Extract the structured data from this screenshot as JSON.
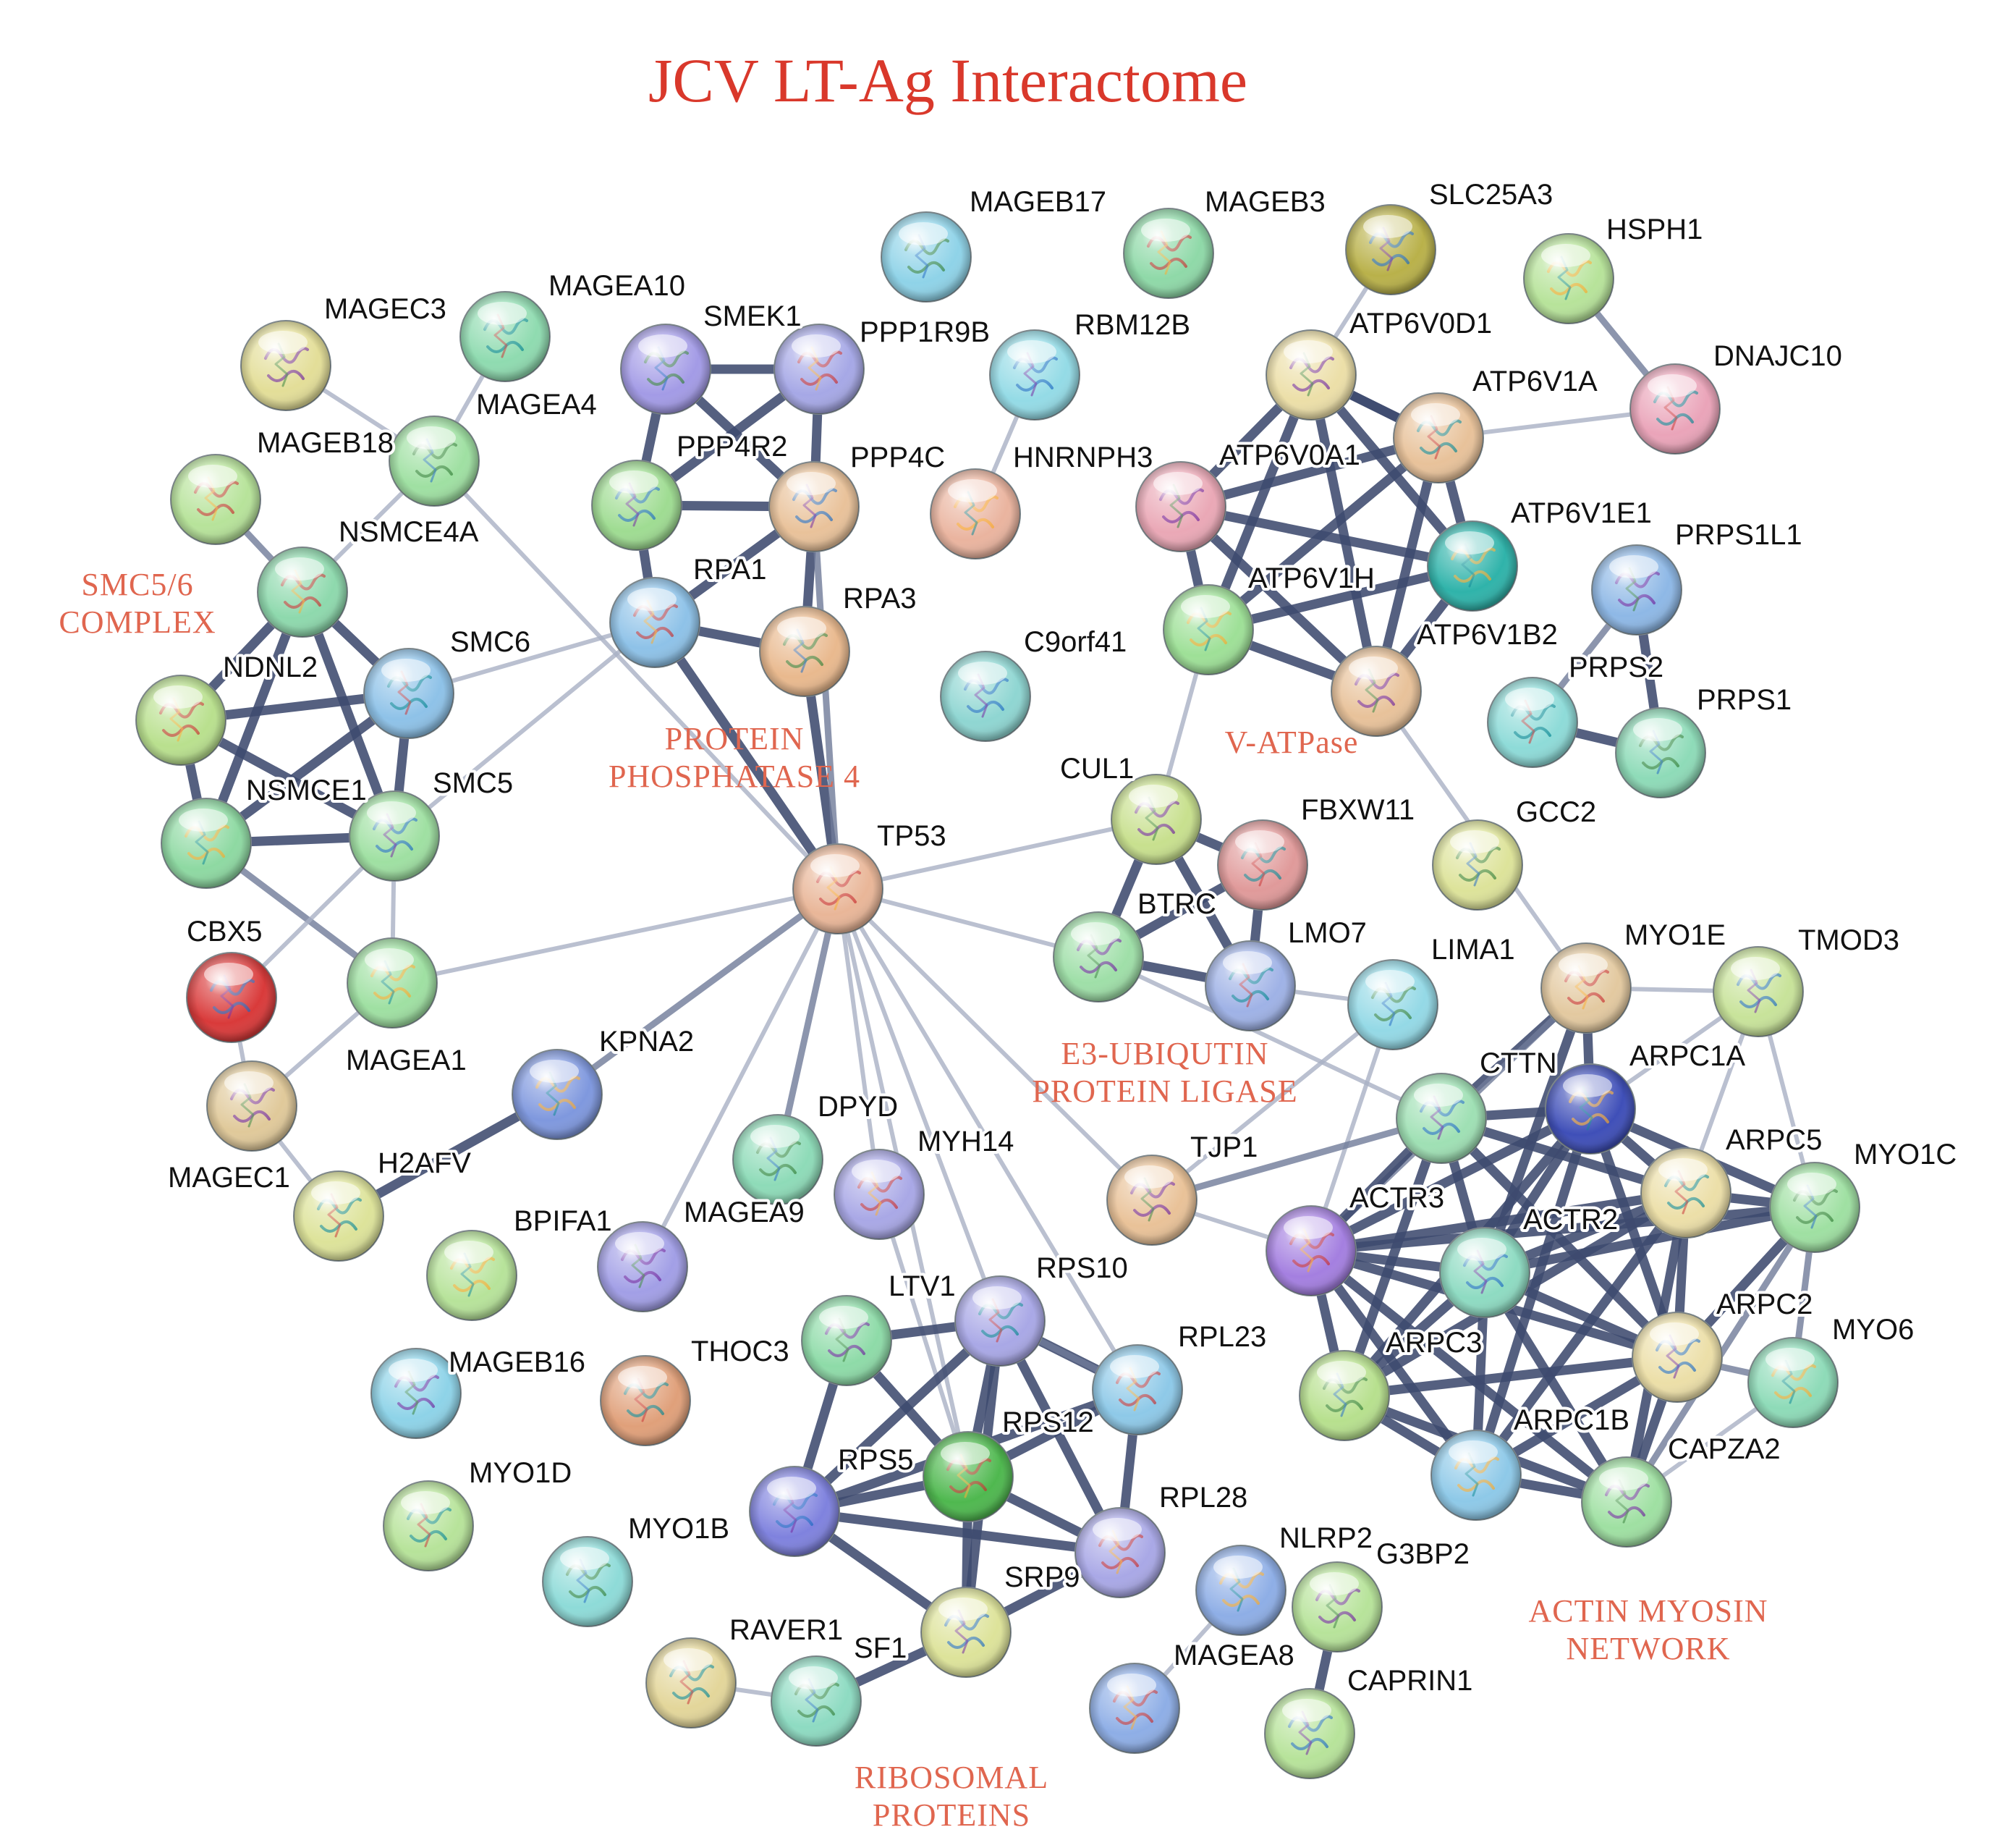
{
  "title": "JCV LT-Ag Interactome",
  "colors": {
    "title": "#d9382b",
    "cluster_label": "#e0664f",
    "edge": "#3d4a6e",
    "edge_light": "#a9b0c4"
  },
  "clusters": [
    {
      "id": "smc",
      "lines": [
        "SMC5/6",
        "COMPLEX"
      ]
    },
    {
      "id": "pp4",
      "lines": [
        "PROTEIN",
        "PHOSPHATASE 4"
      ]
    },
    {
      "id": "vatp",
      "lines": [
        "V-ATPase"
      ]
    },
    {
      "id": "e3",
      "lines": [
        "E3-UBIQUTIN",
        "PROTEIN LIGASE"
      ]
    },
    {
      "id": "actin",
      "lines": [
        "ACTIN MYOSIN",
        "NETWORK"
      ]
    },
    {
      "id": "ribo",
      "lines": [
        "RIBOSOMAL",
        "PROTEINS"
      ]
    }
  ],
  "nodes": [
    {
      "id": "MAGEB17",
      "label": "MAGEB17",
      "color": "#8fd3e8"
    },
    {
      "id": "MAGEB3",
      "label": "MAGEB3",
      "color": "#8fd9a8"
    },
    {
      "id": "SLC25A3",
      "label": "SLC25A3",
      "color": "#b9b14a"
    },
    {
      "id": "HSPH1",
      "label": "HSPH1",
      "color": "#b7e39a"
    },
    {
      "id": "MAGEC3",
      "label": "MAGEC3",
      "color": "#e3de98"
    },
    {
      "id": "MAGEA10",
      "label": "MAGEA10",
      "color": "#8fdbb0"
    },
    {
      "id": "SMEK1",
      "label": "SMEK1",
      "color": "#a39be6"
    },
    {
      "id": "PPP4R2_top",
      "label": "",
      "color": "#a6a8e6"
    },
    {
      "id": "PPP1R9B",
      "label": "PPP1R9B",
      "color": "#94dbe6"
    },
    {
      "id": "RBM12B",
      "label": "RBM12B",
      "color": "#94dbe6"
    },
    {
      "id": "ATP6V0D1",
      "label": "ATP6V0D1",
      "color": "#ecdfa8"
    },
    {
      "id": "DNAJC10",
      "label": "DNAJC10",
      "color": "#eaa4b9"
    },
    {
      "id": "MAGEA4",
      "label": "MAGEA4",
      "color": "#9fe0a2"
    },
    {
      "id": "MAGEB18",
      "label": "MAGEB18",
      "color": "#b7e39a"
    },
    {
      "id": "PPP4R2",
      "label": "PPP4R2",
      "color": "#9fdc92"
    },
    {
      "id": "PPP4C",
      "label": "PPP4C",
      "color": "#eab49f"
    },
    {
      "id": "HNRNPH3",
      "label": "HNRNPH3",
      "color": "#eaa8b6"
    },
    {
      "id": "ATP6V1A",
      "label": "ATP6V1A",
      "color": "#e8c29a"
    },
    {
      "id": "ATP6V0A1",
      "label": "ATP6V0A1",
      "color": "#e8c29a"
    },
    {
      "id": "NSMCE4A",
      "label": "NSMCE4A",
      "color": "#8ed9ad"
    },
    {
      "id": "RPA1",
      "label": "RPA1",
      "color": "#e9c29a"
    },
    {
      "id": "ATP6V1E1",
      "label": "ATP6V1E1",
      "color": "#2fb3aa"
    },
    {
      "id": "PRPS1L1",
      "label": "PRPS1L1",
      "color": "#8eb8e6"
    },
    {
      "id": "SMC6",
      "label": "SMC6",
      "color": "#8ec2e8"
    },
    {
      "id": "RPA3",
      "label": "RPA3",
      "color": "#e9b98e"
    },
    {
      "id": "RPA_blue",
      "label": "",
      "color": "#8ec2e8"
    },
    {
      "id": "C9orf41",
      "label": "C9orf41",
      "color": "#8fd6d2"
    },
    {
      "id": "ATP6V1H",
      "label": "ATP6V1H",
      "color": "#9ee097"
    },
    {
      "id": "ATP6V1B2",
      "label": "ATP6V1B2",
      "color": "#e8c29a"
    },
    {
      "id": "PRPS2",
      "label": "PRPS2",
      "color": "#8edbd8"
    },
    {
      "id": "PRPS1",
      "label": "PRPS1",
      "color": "#8edbb8"
    },
    {
      "id": "NDNL2",
      "label": "NDNL2",
      "color": "#b9e08e"
    },
    {
      "id": "SMC5",
      "label": "SMC5",
      "color": "#9fe0a2"
    },
    {
      "id": "NSMCE1",
      "label": "NSMCE1",
      "color": "#8ed9a2"
    },
    {
      "id": "CUL1",
      "label": "CUL1",
      "color": "#c8e08e"
    },
    {
      "id": "FBXW11",
      "label": "FBXW11",
      "color": "#e09a9a"
    },
    {
      "id": "GCC2",
      "label": "GCC2",
      "color": "#dde39a"
    },
    {
      "id": "TP53",
      "label": "TP53",
      "color": "#e9b698"
    },
    {
      "id": "CBX5",
      "label": "CBX5",
      "color": "#d93a3a"
    },
    {
      "id": "MAGEA1",
      "label": "MAGEA1",
      "color": "#9fe0a2"
    },
    {
      "id": "BTRC",
      "label": "BTRC",
      "color": "#9fdfa8"
    },
    {
      "id": "LMO7",
      "label": "LMO7",
      "color": "#9fb2e6"
    },
    {
      "id": "LIMA1",
      "label": "LIMA1",
      "color": "#94d9e6"
    },
    {
      "id": "MYO1E",
      "label": "MYO1E",
      "color": "#e3c9a0"
    },
    {
      "id": "TMOD3",
      "label": "TMOD3",
      "color": "#c8e39a"
    },
    {
      "id": "KPNA2",
      "label": "KPNA2",
      "color": "#7f98de"
    },
    {
      "id": "MAGEC1",
      "label": "MAGEC1",
      "color": "#e0c99a"
    },
    {
      "id": "H2AFV",
      "label": "H2AFV",
      "color": "#dde39a"
    },
    {
      "id": "DPYD",
      "label": "DPYD",
      "color": "#8edbb8"
    },
    {
      "id": "MYH14",
      "label": "MYH14",
      "color": "#a9a8e6"
    },
    {
      "id": "CTTN",
      "label": "CTTN",
      "color": "#9fe0b4"
    },
    {
      "id": "ARPC1A",
      "label": "ARPC1A",
      "color": "#3f4fb8"
    },
    {
      "id": "TJP1",
      "label": "TJP1",
      "color": "#e9c298"
    },
    {
      "id": "ARPC5",
      "label": "ARPC5",
      "color": "#ecdfa8"
    },
    {
      "id": "MYO1C",
      "label": "MYO1C",
      "color": "#9fe0a2"
    },
    {
      "id": "ACTR3",
      "label": "ACTR3",
      "color": "#a47fe0"
    },
    {
      "id": "ACTR2",
      "label": "ACTR2",
      "color": "#8edbc2"
    },
    {
      "id": "MAGEA9",
      "label": "MAGEA9",
      "color": "#b7e39a"
    },
    {
      "id": "BPIFA1",
      "label": "BPIFA1",
      "color": "#a29fe6"
    },
    {
      "id": "LTV1",
      "label": "LTV1",
      "color": "#a9a8e6"
    },
    {
      "id": "RPS10",
      "label": "RPS10",
      "color": "#8ec9e8"
    },
    {
      "id": "RPL23",
      "label": "RPL23",
      "color": "#8ec9e8"
    },
    {
      "id": "ARPC2",
      "label": "ARPC2",
      "color": "#ecdfa8"
    },
    {
      "id": "MYO6",
      "label": "MYO6",
      "color": "#8edbb8"
    },
    {
      "id": "THOC3",
      "label": "THOC3",
      "color": "#8edba8"
    },
    {
      "id": "MAGEB16",
      "label": "MAGEB16",
      "color": "#e0a07a"
    },
    {
      "id": "ARPC3",
      "label": "ARPC3",
      "color": "#b7e08e"
    },
    {
      "id": "RPS12",
      "label": "RPS12",
      "color": "#4fb84f"
    },
    {
      "id": "RPS5",
      "label": "RPS5",
      "color": "#7f82de"
    },
    {
      "id": "ARPC1B",
      "label": "ARPC1B",
      "color": "#8ec9e8"
    },
    {
      "id": "CAPZA2",
      "label": "CAPZA2",
      "color": "#9fe0a2"
    },
    {
      "id": "MYO1D",
      "label": "MYO1D",
      "color": "#b7e39a"
    },
    {
      "id": "MYO1B",
      "label": "MYO1B",
      "color": "#8edbd8"
    },
    {
      "id": "RPL28",
      "label": "RPL28",
      "color": "#a9a8e6"
    },
    {
      "id": "SRP9",
      "label": "SRP9",
      "color": "#dde39a"
    },
    {
      "id": "NLRP2",
      "label": "NLRP2",
      "color": "#8eaee6"
    },
    {
      "id": "G3BP2",
      "label": "G3BP2",
      "color": "#b7e39a"
    },
    {
      "id": "RAVER1",
      "label": "RAVER1",
      "color": "#e3d69a"
    },
    {
      "id": "SF1",
      "label": "SF1",
      "color": "#8edbc2"
    },
    {
      "id": "MAGEA8",
      "label": "MAGEA8",
      "color": "#8eaee6"
    },
    {
      "id": "CAPRIN1",
      "label": "CAPRIN1",
      "color": "#b7e39a"
    },
    {
      "id": "NODE_lone1",
      "label": "",
      "color": "#b7e39a"
    },
    {
      "id": "NODE_lone2",
      "label": "",
      "color": "#8ed3e8"
    },
    {
      "id": "NODE_lone3",
      "label": "",
      "color": "#b7e39a"
    }
  ],
  "edges": [
    {
      "from": "PPP4R2_top",
      "to": "SMEK1",
      "weight": 3
    },
    {
      "from": "PPP4R2_top",
      "to": "PPP4R2",
      "weight": 3
    },
    {
      "from": "PPP4R2_top",
      "to": "RPA1",
      "weight": 3
    },
    {
      "from": "SMEK1",
      "to": "PPP4R2",
      "weight": 3
    },
    {
      "from": "SMEK1",
      "to": "RPA1",
      "weight": 3
    },
    {
      "from": "PPP4R2",
      "to": "RPA1",
      "weight": 3
    },
    {
      "from": "PPP4R2",
      "to": "RPA_blue",
      "weight": 3
    },
    {
      "from": "RPA1",
      "to": "RPA_blue",
      "weight": 3
    },
    {
      "from": "RPA1",
      "to": "RPA3",
      "weight": 3
    },
    {
      "from": "RPA_blue",
      "to": "RPA3",
      "weight": 3
    },
    {
      "from": "RPA_blue",
      "to": "TP53",
      "weight": 3
    },
    {
      "from": "RPA3",
      "to": "TP53",
      "weight": 3
    },
    {
      "from": "RPA1",
      "to": "TP53",
      "weight": 2
    },
    {
      "from": "MAGEC3",
      "to": "MAGEA4",
      "weight": 1
    },
    {
      "from": "MAGEA10",
      "to": "MAGEA4",
      "weight": 1
    },
    {
      "from": "MAGEA4",
      "to": "NSMCE4A",
      "weight": 1
    },
    {
      "from": "MAGEA4",
      "to": "TP53",
      "weight": 1
    },
    {
      "from": "MAGEB18",
      "to": "NSMCE4A",
      "weight": 2
    },
    {
      "from": "NSMCE4A",
      "to": "SMC6",
      "weight": 3
    },
    {
      "from": "NSMCE4A",
      "to": "NDNL2",
      "weight": 3
    },
    {
      "from": "NSMCE4A",
      "to": "SMC5",
      "weight": 3
    },
    {
      "from": "NSMCE4A",
      "to": "NSMCE1",
      "weight": 3
    },
    {
      "from": "SMC6",
      "to": "NDNL2",
      "weight": 3
    },
    {
      "from": "SMC6",
      "to": "SMC5",
      "weight": 3
    },
    {
      "from": "SMC6",
      "to": "NSMCE1",
      "weight": 3
    },
    {
      "from": "NDNL2",
      "to": "SMC5",
      "weight": 3
    },
    {
      "from": "NDNL2",
      "to": "NSMCE1",
      "weight": 3
    },
    {
      "from": "SMC5",
      "to": "NSMCE1",
      "weight": 3
    },
    {
      "from": "SMC6",
      "to": "RPA_blue",
      "weight": 1
    },
    {
      "from": "SMC5",
      "to": "RPA_blue",
      "weight": 1
    },
    {
      "from": "SMC5",
      "to": "MAGEA1",
      "weight": 1
    },
    {
      "from": "NSMCE1",
      "to": "MAGEA1",
      "weight": 2
    },
    {
      "from": "SMC5",
      "to": "CBX5",
      "weight": 1
    },
    {
      "from": "MAGEA1",
      "to": "TP53",
      "weight": 1
    },
    {
      "from": "MAGEA1",
      "to": "MAGEC1",
      "weight": 1
    },
    {
      "from": "CBX5",
      "to": "MAGEC1",
      "weight": 1
    },
    {
      "from": "MAGEC1",
      "to": "H2AFV",
      "weight": 1
    },
    {
      "from": "H2AFV",
      "to": "KPNA2",
      "weight": 3
    },
    {
      "from": "KPNA2",
      "to": "TP53",
      "weight": 2
    },
    {
      "from": "PPP1R9B",
      "to": "PPP4C",
      "weight": 1
    },
    {
      "from": "SLC25A3",
      "to": "ATP6V0D1",
      "weight": 1
    },
    {
      "from": "HSPH1",
      "to": "DNAJC10",
      "weight": 2
    },
    {
      "from": "ATP6V1A",
      "to": "DNAJC10",
      "weight": 1
    },
    {
      "from": "ATP6V0D1",
      "to": "ATP6V1A",
      "weight": 3
    },
    {
      "from": "ATP6V0D1",
      "to": "ATP6V0A1",
      "weight": 3
    },
    {
      "from": "ATP6V0D1",
      "to": "HNRNPH3",
      "weight": 3
    },
    {
      "from": "ATP6V0D1",
      "to": "ATP6V1E1",
      "weight": 3
    },
    {
      "from": "ATP6V0D1",
      "to": "ATP6V1H",
      "weight": 3
    },
    {
      "from": "ATP6V0D1",
      "to": "ATP6V1B2",
      "weight": 3
    },
    {
      "from": "ATP6V1A",
      "to": "ATP6V0A1",
      "weight": 3
    },
    {
      "from": "ATP6V1A",
      "to": "ATP6V1E1",
      "weight": 3
    },
    {
      "from": "ATP6V1A",
      "to": "ATP6V1H",
      "weight": 3
    },
    {
      "from": "ATP6V1A",
      "to": "ATP6V1B2",
      "weight": 3
    },
    {
      "from": "ATP6V1A",
      "to": "HNRNPH3",
      "weight": 3
    },
    {
      "from": "HNRNPH3",
      "to": "ATP6V1E1",
      "weight": 3
    },
    {
      "from": "HNRNPH3",
      "to": "ATP6V1H",
      "weight": 3
    },
    {
      "from": "HNRNPH3",
      "to": "ATP6V1B2",
      "weight": 3
    },
    {
      "from": "ATP6V1E1",
      "to": "ATP6V1H",
      "weight": 3
    },
    {
      "from": "ATP6V1E1",
      "to": "ATP6V1B2",
      "weight": 3
    },
    {
      "from": "ATP6V1H",
      "to": "ATP6V1B2",
      "weight": 3
    },
    {
      "from": "ATP6V1H",
      "to": "CUL1",
      "weight": 1
    },
    {
      "from": "PRPS1L1",
      "to": "PRPS2",
      "weight": 2
    },
    {
      "from": "PRPS1L1",
      "to": "PRPS1",
      "weight": 3
    },
    {
      "from": "PRPS2",
      "to": "PRPS1",
      "weight": 3
    },
    {
      "from": "ATP6V1B2",
      "to": "MYO1E",
      "weight": 1
    },
    {
      "from": "CUL1",
      "to": "TP53",
      "weight": 1
    },
    {
      "from": "CUL1",
      "to": "FBXW11",
      "weight": 3
    },
    {
      "from": "CUL1",
      "to": "BTRC",
      "weight": 3
    },
    {
      "from": "CUL1",
      "to": "LMO7",
      "weight": 3
    },
    {
      "from": "FBXW11",
      "to": "BTRC",
      "weight": 3
    },
    {
      "from": "FBXW11",
      "to": "LMO7",
      "weight": 3
    },
    {
      "from": "BTRC",
      "to": "LMO7",
      "weight": 3
    },
    {
      "from": "BTRC",
      "to": "TP53",
      "weight": 1
    },
    {
      "from": "BTRC",
      "to": "CTTN",
      "weight": 1
    },
    {
      "from": "LMO7",
      "to": "LIMA1",
      "weight": 1
    },
    {
      "from": "LIMA1",
      "to": "TJP1",
      "weight": 1
    },
    {
      "from": "LIMA1",
      "to": "ACTR3",
      "weight": 1
    },
    {
      "from": "TP53",
      "to": "DPYD",
      "weight": 2
    },
    {
      "from": "TP53",
      "to": "MYH14",
      "weight": 1
    },
    {
      "from": "TP53",
      "to": "BPIFA1",
      "weight": 1
    },
    {
      "from": "TP53",
      "to": "RPS12",
      "weight": 1
    },
    {
      "from": "TP53",
      "to": "RPS10",
      "weight": 1
    },
    {
      "from": "TP53",
      "to": "TJP1",
      "weight": 1
    },
    {
      "from": "TP53",
      "to": "RPL23",
      "weight": 1
    },
    {
      "from": "MYH14",
      "to": "RPS12",
      "weight": 1
    },
    {
      "from": "TJP1",
      "to": "CTTN",
      "weight": 2
    },
    {
      "from": "TJP1",
      "to": "ACTR3",
      "weight": 1
    },
    {
      "from": "MYO1E",
      "to": "TMOD3",
      "weight": 1
    },
    {
      "from": "MYO1E",
      "to": "CTTN",
      "weight": 3
    },
    {
      "from": "MYO1E",
      "to": "ARPC1A",
      "weight": 3
    },
    {
      "from": "MYO1E",
      "to": "ACTR2",
      "weight": 3
    },
    {
      "from": "MYO1E",
      "to": "ACTR3",
      "weight": 2
    },
    {
      "from": "TMOD3",
      "to": "ARPC1A",
      "weight": 1
    },
    {
      "from": "TMOD3",
      "to": "MYO1C",
      "weight": 1
    },
    {
      "from": "TMOD3",
      "to": "ARPC5",
      "weight": 1
    },
    {
      "from": "CTTN",
      "to": "ARPC1A",
      "weight": 3
    },
    {
      "from": "CTTN",
      "to": "ACTR3",
      "weight": 3
    },
    {
      "from": "CTTN",
      "to": "ACTR2",
      "weight": 3
    },
    {
      "from": "CTTN",
      "to": "ARPC5",
      "weight": 3
    },
    {
      "from": "CTTN",
      "to": "ARPC3",
      "weight": 3
    },
    {
      "from": "CTTN",
      "to": "ARPC2",
      "weight": 3
    },
    {
      "from": "ARPC1A",
      "to": "ACTR2",
      "weight": 3
    },
    {
      "from": "ARPC1A",
      "to": "ACTR3",
      "weight": 3
    },
    {
      "from": "ARPC1A",
      "to": "ARPC5",
      "weight": 3
    },
    {
      "from": "ARPC1A",
      "to": "MYO1C",
      "weight": 3
    },
    {
      "from": "ARPC1A",
      "to": "ARPC2",
      "weight": 3
    },
    {
      "from": "ARPC1A",
      "to": "ARPC3",
      "weight": 3
    },
    {
      "from": "ARPC1A",
      "to": "ARPC1B",
      "weight": 3
    },
    {
      "from": "ACTR3",
      "to": "ACTR2",
      "weight": 3
    },
    {
      "from": "ACTR3",
      "to": "ARPC5",
      "weight": 3
    },
    {
      "from": "ACTR3",
      "to": "ARPC2",
      "weight": 3
    },
    {
      "from": "ACTR3",
      "to": "ARPC3",
      "weight": 3
    },
    {
      "from": "ACTR3",
      "to": "ARPC1B",
      "weight": 3
    },
    {
      "from": "ACTR3",
      "to": "CAPZA2",
      "weight": 3
    },
    {
      "from": "ACTR3",
      "to": "MYO1C",
      "weight": 3
    },
    {
      "from": "ACTR2",
      "to": "ARPC5",
      "weight": 3
    },
    {
      "from": "ACTR2",
      "to": "ARPC2",
      "weight": 3
    },
    {
      "from": "ACTR2",
      "to": "ARPC3",
      "weight": 3
    },
    {
      "from": "ACTR2",
      "to": "ARPC1B",
      "weight": 3
    },
    {
      "from": "ACTR2",
      "to": "CAPZA2",
      "weight": 3
    },
    {
      "from": "ACTR2",
      "to": "MYO1C",
      "weight": 3
    },
    {
      "from": "ARPC5",
      "to": "ARPC2",
      "weight": 3
    },
    {
      "from": "ARPC5",
      "to": "ARPC3",
      "weight": 3
    },
    {
      "from": "ARPC5",
      "to": "ARPC1B",
      "weight": 3
    },
    {
      "from": "ARPC5",
      "to": "MYO1C",
      "weight": 3
    },
    {
      "from": "ARPC5",
      "to": "CAPZA2",
      "weight": 3
    },
    {
      "from": "ARPC2",
      "to": "ARPC3",
      "weight": 3
    },
    {
      "from": "ARPC2",
      "to": "ARPC1B",
      "weight": 3
    },
    {
      "from": "ARPC2",
      "to": "CAPZA2",
      "weight": 3
    },
    {
      "from": "ARPC2",
      "to": "MYO6",
      "weight": 2
    },
    {
      "from": "ARPC2",
      "to": "MYO1C",
      "weight": 3
    },
    {
      "from": "ARPC3",
      "to": "ARPC1B",
      "weight": 3
    },
    {
      "from": "ARPC3",
      "to": "CAPZA2",
      "weight": 3
    },
    {
      "from": "ARPC1B",
      "to": "CAPZA2",
      "weight": 3
    },
    {
      "from": "MYO1C",
      "to": "CAPZA2",
      "weight": 2
    },
    {
      "from": "MYO1C",
      "to": "MYO6",
      "weight": 2
    },
    {
      "from": "MYO6",
      "to": "CAPZA2",
      "weight": 1
    },
    {
      "from": "LTV1",
      "to": "THOC3",
      "weight": 3
    },
    {
      "from": "LTV1",
      "to": "RPL23",
      "weight": 3
    },
    {
      "from": "LTV1",
      "to": "RPS12",
      "weight": 3
    },
    {
      "from": "LTV1",
      "to": "RPS5",
      "weight": 3
    },
    {
      "from": "LTV1",
      "to": "RPL28",
      "weight": 3
    },
    {
      "from": "LTV1",
      "to": "SRP9",
      "weight": 3
    },
    {
      "from": "THOC3",
      "to": "RPS12",
      "weight": 3
    },
    {
      "from": "THOC3",
      "to": "RPS5",
      "weight": 3
    },
    {
      "from": "RPS10",
      "to": "RPL23",
      "weight": 2
    },
    {
      "from": "RPL23",
      "to": "RPS12",
      "weight": 3
    },
    {
      "from": "RPL23",
      "to": "RPL28",
      "weight": 3
    },
    {
      "from": "RPL23",
      "to": "RPS5",
      "weight": 3
    },
    {
      "from": "RPS12",
      "to": "RPS5",
      "weight": 3
    },
    {
      "from": "RPS12",
      "to": "RPL28",
      "weight": 3
    },
    {
      "from": "RPS12",
      "to": "SRP9",
      "weight": 3
    },
    {
      "from": "RPS5",
      "to": "RPL28",
      "weight": 3
    },
    {
      "from": "RPS5",
      "to": "SRP9",
      "weight": 3
    },
    {
      "from": "RPL28",
      "to": "SRP9",
      "weight": 3
    },
    {
      "from": "SRP9",
      "to": "SF1",
      "weight": 3
    },
    {
      "from": "RAVER1",
      "to": "SF1",
      "weight": 1
    },
    {
      "from": "G3BP2",
      "to": "CAPRIN1",
      "weight": 3
    },
    {
      "from": "NLRP2",
      "to": "MAGEA8",
      "weight": 1
    }
  ]
}
